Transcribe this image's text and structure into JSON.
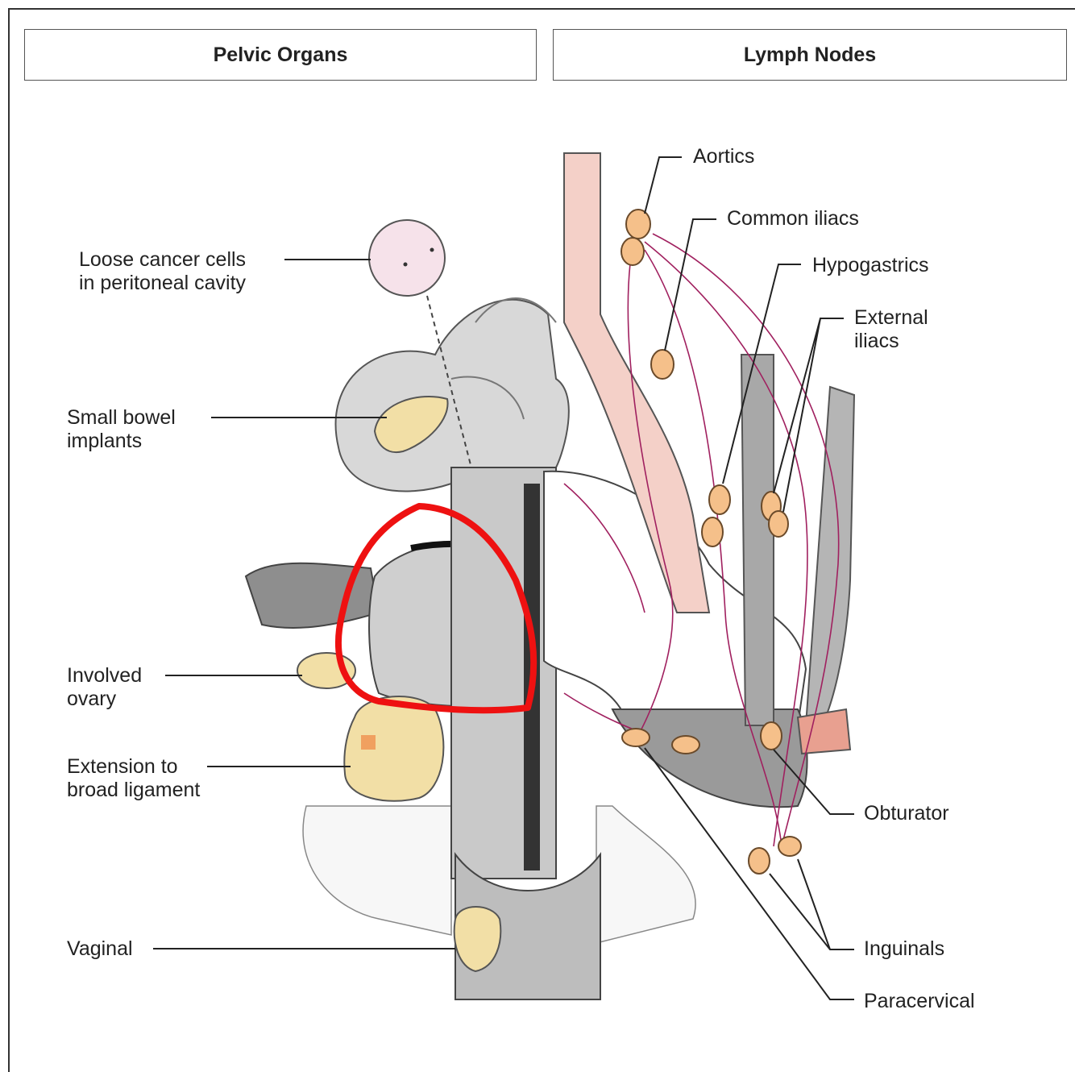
{
  "headers": {
    "left": "Pelvic Organs",
    "right": "Lymph Nodes"
  },
  "labels": {
    "loose_cancer_line1": "Loose cancer cells",
    "loose_cancer_line2": "in peritoneal cavity",
    "small_bowel_line1": "Small bowel",
    "small_bowel_line2": "implants",
    "involved_ovary_line1": "Involved",
    "involved_ovary_line2": "ovary",
    "broad_ligament_line1": "Extension to",
    "broad_ligament_line2": "broad ligament",
    "vaginal": "Vaginal",
    "aortics": "Aortics",
    "common_iliacs": "Common iliacs",
    "hypogastrics": "Hypogastrics",
    "external_iliacs_line1": "External",
    "external_iliacs_line2": "iliacs",
    "obturator": "Obturator",
    "inguinals": "Inguinals",
    "paracervical": "Paracervical"
  },
  "colors": {
    "tissue_gray": "#d6d6d6",
    "dark_gray": "#8e8e8e",
    "vessel_pink": "#f4d0c8",
    "lymph_node": "#f5c08a",
    "lymphatic_line": "#a0205f",
    "tumor_yellow": "#f2dfa6",
    "highlight_red": "#ee1111"
  }
}
